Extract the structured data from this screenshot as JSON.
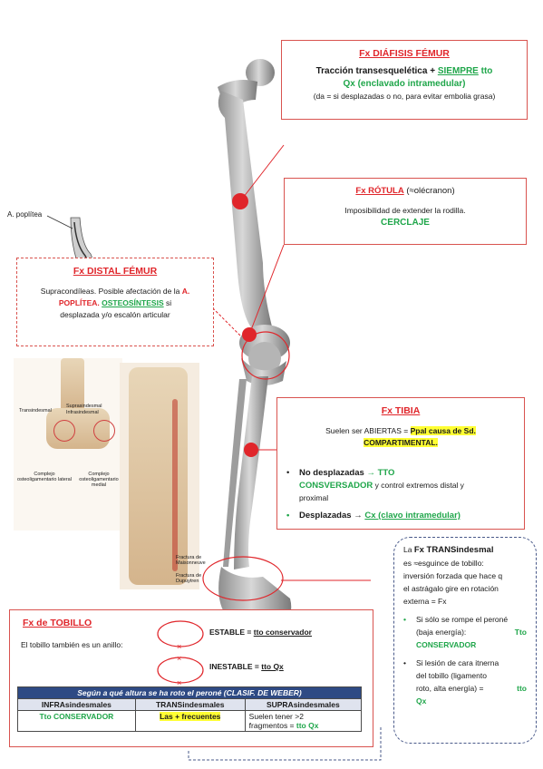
{
  "femur": {
    "title": "Fx DIÁFISIS FÉMUR",
    "line1_pre": "Tracción transesquelética + ",
    "line1_emph": "SIEMPRE",
    "line1_tail": " tto",
    "line2": "Qx (enclavado intramedular)",
    "line3": "(da = si desplazadas o no, para evitar embolia grasa)"
  },
  "rotula": {
    "title": "Fx RÓTULA",
    "title_tail": " (≈olécranon)",
    "line1": "Imposibilidad de extender la rodilla.",
    "line2": "CERCLAJE"
  },
  "distal": {
    "title": "Fx DISTAL FÉMUR",
    "line1_pre": "Supracondíleas. Posible afectación de la ",
    "line1_a": "A.",
    "line2_a": "POPLÍTEA.",
    "line2_green": "OSTEOSÍNTESIS",
    "line2_tail": " si",
    "line3": "desplazada y/o escalón articular"
  },
  "poplitea_label": "A. poplítea",
  "tibia": {
    "title": "Fx TIBIA",
    "line1_pre": "Suelen ser ABIERTAS = ",
    "line1_hl": "Ppal causa de Sd.",
    "line2_hl": "COMPARTIMENTAL.",
    "b1_pre": "No desplazadas ",
    "b1_arrow": "→ TTO",
    "b1_green": "CONSVERSADOR",
    "b1_tail": " y control extremos distal y",
    "b1_tail2": "proximal",
    "b2_pre": "Desplazadas → ",
    "b2_green": "Cx (clavo intramedular)"
  },
  "trans": {
    "l1_pre": "La ",
    "l1_bold": "Fx TRANSindesmal",
    "l2": "es ≈esguince de tobillo:",
    "l3": "inversión forzada que hace q",
    "l4": "el astrágalo gire en rotación",
    "l5": "externa = Fx",
    "b1a": "Si sólo se rompe el peroné",
    "b1b": "(baja energía):",
    "b1c": "Tto",
    "b1d": "CONSERVADOR",
    "b2a": "Si lesión de cara itnerna",
    "b2b": "del tobillo (ligamento",
    "b2c": "roto, alta energía) =",
    "b2d": "tto",
    "b2e": "Qx"
  },
  "tobillo": {
    "title": "Fx de TOBILLO",
    "anillo": "El tobillo también es un anillo:",
    "estable_pre": "ESTABLE = ",
    "estable_u": "tto conservador",
    "inestable_pre": "INESTABLE = ",
    "inestable_u": "tto Qx"
  },
  "weber": {
    "header": "Según a qué altura se ha roto el peroné (CLASIF. DE WEBER)",
    "cols": [
      "INFRAsindesmales",
      "TRANSindesmales",
      "SUPRAsindesmales"
    ],
    "c1": "Tto CONSERVADOR",
    "c2": "Las + frecuentes",
    "c3a": "Suelen tener >2",
    "c3b": "fragmentos = ",
    "c3c": "tto Qx"
  },
  "knee_labels": {
    "supra": "Suprasindesmal",
    "infra": "Infrasindesmal",
    "trans": "Transindesmal",
    "lat": "Complejo osteoligamentario lateral",
    "med": "Complejo osteoligamentario medial",
    "frac": "Fractura de Maisonneuve",
    "fract2": "Fractura de Dupuytren"
  }
}
